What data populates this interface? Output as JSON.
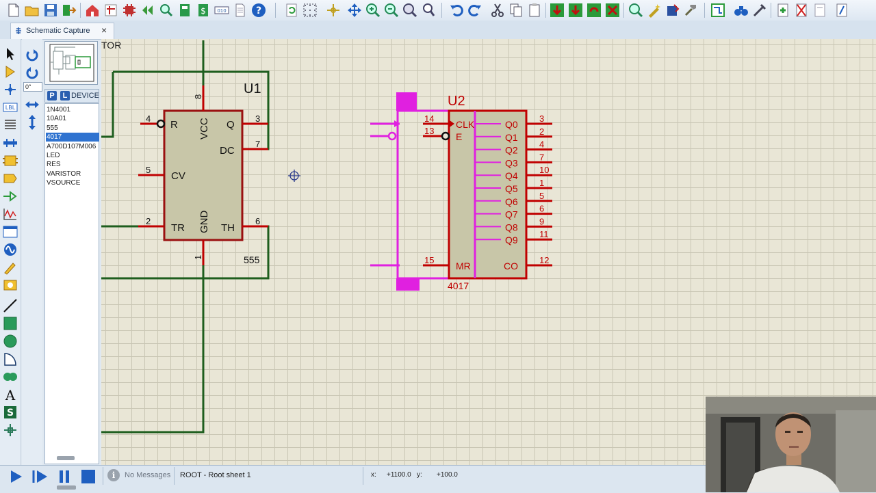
{
  "tab": {
    "label": "Schematic Capture",
    "close": "×"
  },
  "sidebar": {
    "angle": "0°",
    "device_tabs": {
      "p": "P",
      "l": "L",
      "label": "DEVICES"
    },
    "devices": [
      {
        "label": "1N4001",
        "selected": false
      },
      {
        "label": "10A01",
        "selected": false
      },
      {
        "label": "555",
        "selected": false
      },
      {
        "label": "4017",
        "selected": true
      },
      {
        "label": "A700D107M006",
        "selected": false
      },
      {
        "label": "LED",
        "selected": false
      },
      {
        "label": "RES",
        "selected": false
      },
      {
        "label": "VARISTOR",
        "selected": false
      },
      {
        "label": "VSOURCE",
        "selected": false
      }
    ],
    "tool_text": {
      "lbl": "LBL",
      "text": "A",
      "script": "S"
    }
  },
  "schematic": {
    "fragment_label": "TOR",
    "u1": {
      "ref": "U1",
      "value": "555",
      "pins": {
        "r": "R",
        "q": "Q",
        "vcc": "VCC",
        "dc": "DC",
        "cv": "CV",
        "tr": "TR",
        "gnd": "GND",
        "th": "TH"
      },
      "pin_numbers": {
        "r": "4",
        "q": "3",
        "vcc": "8",
        "dc": "7",
        "cv": "5",
        "tr": "2",
        "gnd": "1",
        "th": "6"
      }
    },
    "u2": {
      "ref": "U2",
      "value": "4017",
      "pins": {
        "clk": "CLK",
        "e": "E",
        "mr": "MR",
        "co": "CO"
      },
      "pin_numbers": {
        "clk": "14",
        "e": "13",
        "mr": "15",
        "co": "12"
      },
      "outputs": [
        {
          "name": "Q0",
          "pin": "3"
        },
        {
          "name": "Q1",
          "pin": "2"
        },
        {
          "name": "Q2",
          "pin": "4"
        },
        {
          "name": "Q3",
          "pin": "7"
        },
        {
          "name": "Q4",
          "pin": "10"
        },
        {
          "name": "Q5",
          "pin": "1"
        },
        {
          "name": "Q6",
          "pin": "5"
        },
        {
          "name": "Q7",
          "pin": "6"
        },
        {
          "name": "Q8",
          "pin": "9"
        },
        {
          "name": "Q9",
          "pin": "11"
        }
      ]
    },
    "colors": {
      "grid": "#c9c6b4",
      "paper": "#e9e6d6",
      "wire": "#1e5e1e",
      "component": "#c00000",
      "body_fill": "#c8c6a8",
      "selection": "#e020e0"
    }
  },
  "status": {
    "messages": "No Messages",
    "info_icon": "i",
    "sheet": "ROOT - Root sheet 1",
    "x_label": "x:",
    "x_value": "+1100.0",
    "y_label": "y:",
    "y_value": "+100.0"
  }
}
